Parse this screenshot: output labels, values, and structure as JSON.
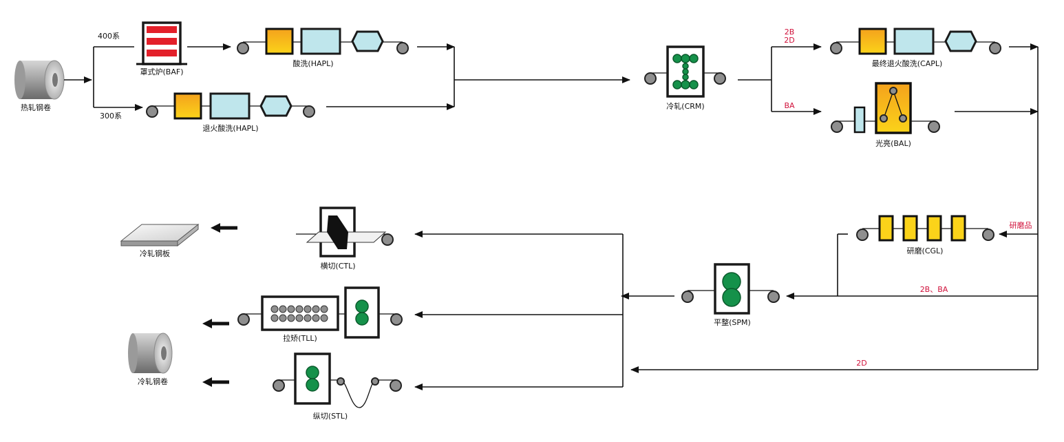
{
  "labels": {
    "hot_coil": "热轧钢卷",
    "series_400": "400系",
    "series_300": "300系",
    "baf": "罩式炉(BAF)",
    "hapl": "酸洗(HAPL)",
    "annealing_hapl": "退火酸洗(HAPL)",
    "crm": "冷轧(CRM)",
    "branch_2b": "2B",
    "branch_2d": "2D",
    "branch_ba": "BA",
    "capl": "最终退火酸洗(CAPL)",
    "bal": "光亮(BAL)",
    "grinding_product": "研磨品",
    "cgl": "研磨(CGL)",
    "branch_2b_ba": "2B、BA",
    "spm": "平整(SPM)",
    "branch_2d_bottom": "2D",
    "ctl": "横切(CTL)",
    "tll": "拉矫(TLL)",
    "stl": "纵切(STL)",
    "cold_sheet": "冷轧钢板",
    "cold_coil": "冷轧钢卷"
  },
  "colors": {
    "line": "#111111",
    "roll": "#8f8f8f",
    "furnace_red": "#e3202a",
    "heater_orange": "#f4a21c",
    "heater_yellow": "#fbd31a",
    "tank_cyan": "#bfe6ec",
    "roll_green": "#15914a",
    "branch_label_red": "#d0103a"
  },
  "icons": [
    "coil-icon",
    "baf-furnace-icon",
    "heater-icon",
    "pickling-tank-icon",
    "mill-stand-icon",
    "roller-icon",
    "sheet-stack-icon",
    "shear-icon",
    "leveler-icon"
  ]
}
